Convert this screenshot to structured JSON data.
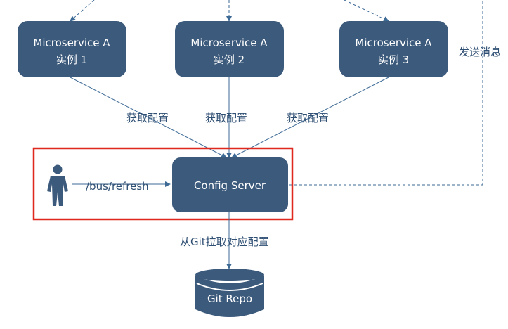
{
  "services": [
    {
      "line1": "Microservice A",
      "line2": "实例 1"
    },
    {
      "line1": "Microservice  A",
      "line2": "实例 2"
    },
    {
      "line1": "Microservice A",
      "line2": "实例 3"
    }
  ],
  "fetch_labels": [
    "获取配置",
    "获取配置",
    "获取配置"
  ],
  "config_server": {
    "label": "Config Server"
  },
  "bus_refresh_label": "/bus/refresh",
  "send_message_label": "发送消息",
  "git_pull_label": "从Git拉取对应配置",
  "git_repo": {
    "label": "Git Repo"
  },
  "colors": {
    "node_fill": "#3c5a7c",
    "edge": "#3e6a96",
    "highlight": "#e0291e",
    "label_text": "#2f4f73"
  }
}
